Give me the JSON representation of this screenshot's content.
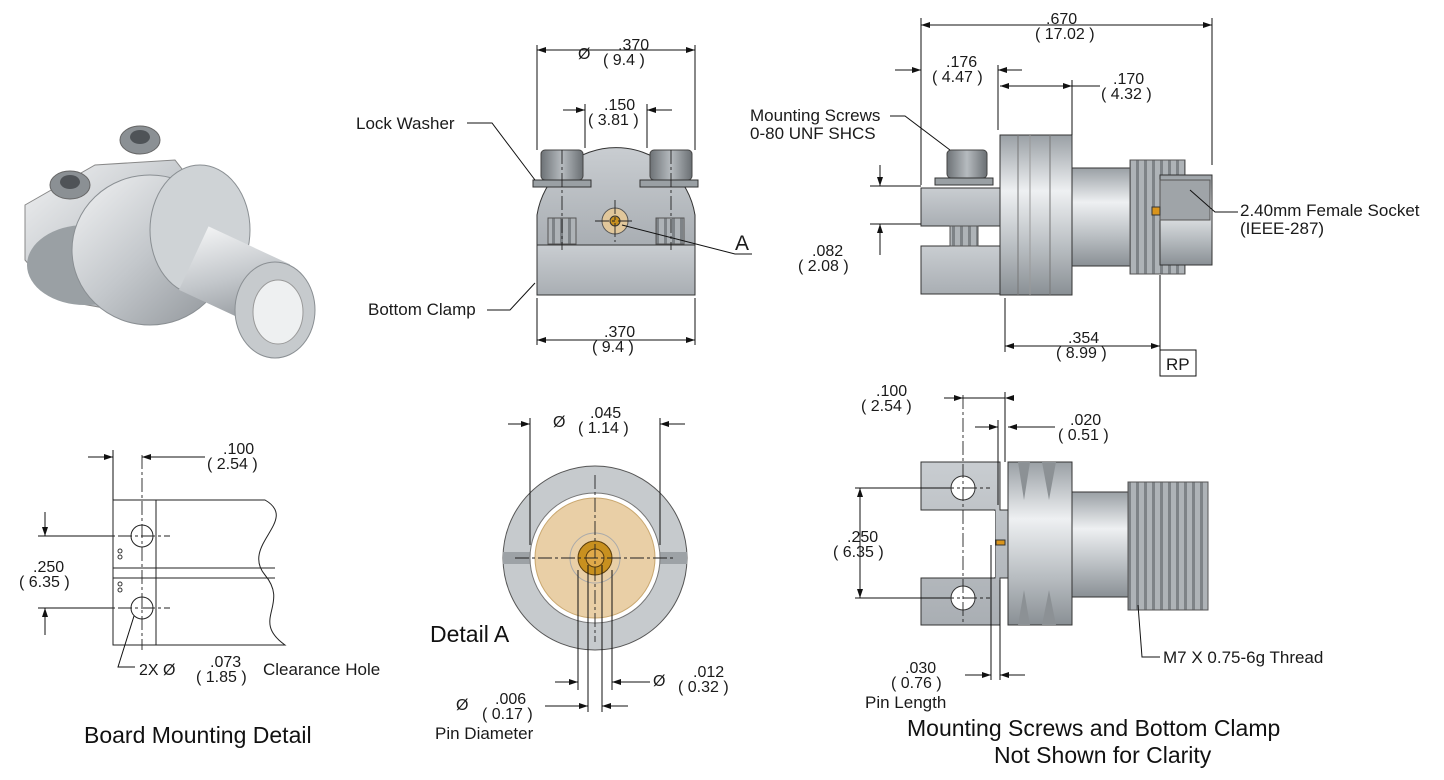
{
  "iso_view": {
    "name": "connector-isometric"
  },
  "front_view": {
    "top_dia": {
      "in": ".370",
      "mm": "( 9.4 )"
    },
    "screw_spacing": {
      "in": ".150",
      "mm": "( 3.81 )"
    },
    "bottom_width": {
      "in": ".370",
      "mm": "( 9.4 )"
    },
    "lock_washer": "Lock Washer",
    "bottom_clamp": "Bottom Clamp",
    "detail_ref": "A",
    "dia_symbol": "Ø"
  },
  "side_view": {
    "overall": {
      "in": ".670",
      "mm": "( 17.02 )"
    },
    "flange": {
      "in": ".176",
      "mm": "( 4.47 )"
    },
    "socket_depth": {
      "in": ".170",
      "mm": "( 4.32 )"
    },
    "clamp_height": {
      "in": ".082",
      "mm": "( 2.08 )"
    },
    "rp_dist": {
      "in": ".354",
      "mm": "( 8.99 )"
    },
    "rp_label": "RP",
    "screws_line1": "Mounting Screws",
    "screws_line2": "0-80 UNF SHCS",
    "socket_line1": "2.40mm Female Socket",
    "socket_line2": "(IEEE-287)"
  },
  "board_detail": {
    "hole_offset": {
      "in": ".100",
      "mm": "( 2.54 )"
    },
    "hole_spacing": {
      "in": ".250",
      "mm": "( 6.35 )"
    },
    "clearance_prefix": "2X Ø",
    "clearance": {
      "in": ".073",
      "mm": "( 1.85 )"
    },
    "clearance_suffix": "Clearance Hole",
    "caption": "Board Mounting Detail"
  },
  "detail_a": {
    "title": "Detail  A",
    "bore_dia": {
      "in": ".045",
      "mm": "( 1.14 )"
    },
    "pin_outer": {
      "in": ".012",
      "mm": "( 0.32 )"
    },
    "pin_dia": {
      "in": ".006",
      "mm": "( 0.17 )"
    },
    "pin_dia_label": "Pin Diameter",
    "dia_symbol": "Ø"
  },
  "bottom_view": {
    "tab_width": {
      "in": ".100",
      "mm": "( 2.54 )"
    },
    "gap": {
      "in": ".020",
      "mm": "( 0.51 )"
    },
    "hole_spacing": {
      "in": ".250",
      "mm": "( 6.35 )"
    },
    "pin_length": {
      "in": ".030",
      "mm": "( 0.76 )"
    },
    "pin_length_label": "Pin Length",
    "thread": "M7 X 0.75-6g Thread",
    "caption_line1": "Mounting Screws and Bottom Clamp",
    "caption_line2": "Not Shown for Clarity"
  },
  "colors": {
    "metal": "#c4c8cc",
    "dark_metal": "#7b8084",
    "insulator": "#e9cfa6",
    "pin": "#c8901f"
  }
}
